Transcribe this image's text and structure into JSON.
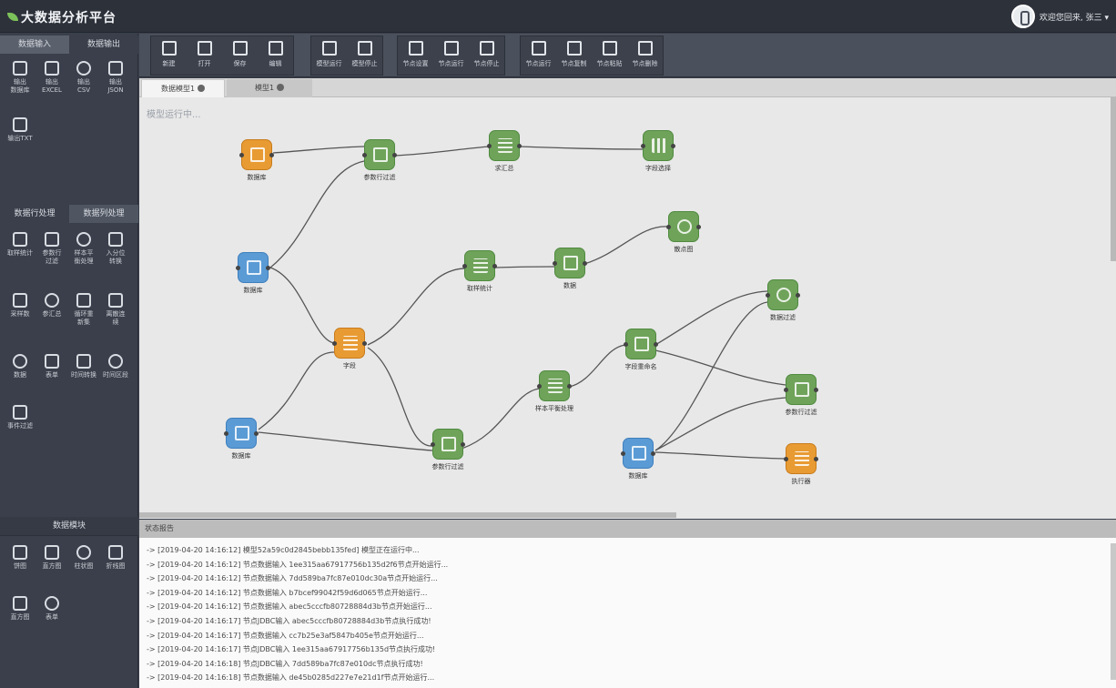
{
  "app": {
    "title": "大数据分析平台",
    "user_label": "欢迎您回来, 张三 ▾"
  },
  "left_panel": {
    "tabs1": [
      {
        "label": "数据输入"
      },
      {
        "label": "数据输出"
      }
    ],
    "tools1": [
      {
        "label": "输出\n数据库",
        "icon": "database-icon"
      },
      {
        "label": "输出\nEXCEL",
        "icon": "excel-file-icon"
      },
      {
        "label": "输出\nCSV",
        "icon": "csv-file-icon"
      },
      {
        "label": "输出\nJSON",
        "icon": "json-file-icon"
      },
      {
        "label": "输出TXT",
        "icon": "txt-file-icon"
      }
    ],
    "tabs2": [
      {
        "label": "数据行处理"
      },
      {
        "label": "数据列处理"
      }
    ],
    "tools2": [
      {
        "label": "取样统计",
        "icon": "sample-icon"
      },
      {
        "label": "参数行\n过滤",
        "icon": "filter-icon"
      },
      {
        "label": "样本平\n衡处理",
        "icon": "balance-icon"
      },
      {
        "label": "入分位\n转换",
        "icon": "quantile-icon"
      },
      {
        "label": "采样数",
        "icon": "table-icon"
      },
      {
        "label": "参汇总",
        "icon": "hourglass-icon"
      },
      {
        "label": "循环重\n新集",
        "icon": "loop-icon"
      },
      {
        "label": "离散连\n续",
        "icon": "discrete-icon"
      },
      {
        "label": "数据",
        "icon": "pen-icon"
      },
      {
        "label": "表单",
        "icon": "form-icon"
      },
      {
        "label": "时间转换",
        "icon": "clock-icon"
      },
      {
        "label": "时间区段",
        "icon": "calendar-icon"
      },
      {
        "label": "事件过滤",
        "icon": "globe-icon"
      }
    ],
    "section3_title": "数据模块",
    "tools3": [
      {
        "label": "饼图",
        "icon": "pie-chart-icon"
      },
      {
        "label": "直方图",
        "icon": "histogram-icon"
      },
      {
        "label": "柱状图",
        "icon": "bar-chart-icon"
      },
      {
        "label": "折线图",
        "icon": "line-chart-icon"
      },
      {
        "label": "直方图",
        "icon": "area-chart-icon"
      },
      {
        "label": "表单",
        "icon": "sheet-icon"
      }
    ]
  },
  "toolbar": {
    "groups": [
      [
        {
          "label": "新建"
        },
        {
          "label": "打开"
        },
        {
          "label": "保存"
        },
        {
          "label": "编辑"
        }
      ],
      [
        {
          "label": "模型运行"
        },
        {
          "label": "模型停止"
        }
      ],
      [
        {
          "label": "节点设置"
        },
        {
          "label": "节点运行"
        },
        {
          "label": "节点停止"
        }
      ],
      [
        {
          "label": "节点运行"
        },
        {
          "label": "节点复制"
        },
        {
          "label": "节点粘贴"
        },
        {
          "label": "节点删除"
        }
      ]
    ]
  },
  "tabs": [
    {
      "label": "数据模型1"
    },
    {
      "label": "模型1"
    }
  ],
  "canvas": {
    "hint": "模型运行中..."
  },
  "nodes": [
    {
      "label": "数据库"
    },
    {
      "label": "参数行过滤"
    },
    {
      "label": "求汇总"
    },
    {
      "label": "字段选择"
    },
    {
      "label": "数据库"
    },
    {
      "label": "取样统计"
    },
    {
      "label": "数据"
    },
    {
      "label": "散点图"
    },
    {
      "label": "字段"
    },
    {
      "label": "数据库"
    },
    {
      "label": "参数行过滤"
    },
    {
      "label": "样本平衡处理"
    },
    {
      "label": "字段重命名"
    },
    {
      "label": "数据过滤"
    },
    {
      "label": "数据库"
    },
    {
      "label": "参数行过滤"
    },
    {
      "label": "执行器"
    }
  ],
  "log": {
    "title": "状态报告",
    "lines": [
      "-> [2019-04-20 14:16:12]  模型52a59c0d2845bebb135fed]  模型正在运行中...",
      "-> [2019-04-20 14:16:12]  节点数据输入 1ee315aa67917756b135d2f6节点开始运行...",
      "-> [2019-04-20 14:16:12]  节点数据输入 7dd589ba7fc87e010dc30a节点开始运行...",
      "-> [2019-04-20 14:16:12]  节点数据输入 b7bcef99042f59d6d065节点开始运行...",
      "-> [2019-04-20 14:16:12]  节点数据输入 abec5cccfb80728884d3b节点开始运行...",
      "-> [2019-04-20 14:16:17]  节点JDBC输入 abec5cccfb80728884d3b节点执行成功!",
      "-> [2019-04-20 14:16:17]  节点数据输入 cc7b25e3af5847b405e节点开始运行...",
      "-> [2019-04-20 14:16:17]  节点JDBC输入 1ee315aa67917756b135d节点执行成功!",
      "-> [2019-04-20 14:16:18]  节点JDBC输入 7dd589ba7fc87e010dc节点执行成功!",
      "-> [2019-04-20 14:16:18]  节点数据输入 de45b0285d227e7e21d1f节点开始运行..."
    ]
  }
}
